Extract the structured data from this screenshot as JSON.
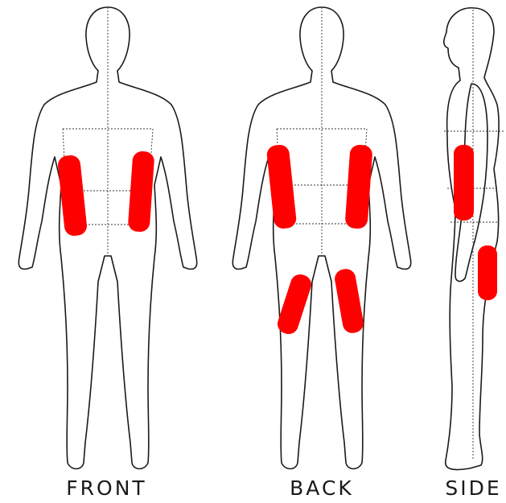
{
  "diagram": {
    "views": [
      {
        "id": "front",
        "label": "FRONT"
      },
      {
        "id": "back",
        "label": "BACK"
      },
      {
        "id": "side",
        "label": "SIDE"
      }
    ],
    "marks": {
      "front": [
        "left-waist-to-hip",
        "right-waist-to-hip"
      ],
      "back": [
        "left-waist-to-hip",
        "right-waist-to-hip",
        "left-back-thigh",
        "right-back-thigh"
      ],
      "side": [
        "waist-to-hip",
        "back-thigh"
      ]
    },
    "colors": {
      "marker": "#ff0000",
      "outline": "#1a1a1a",
      "guide": "#333333"
    }
  }
}
